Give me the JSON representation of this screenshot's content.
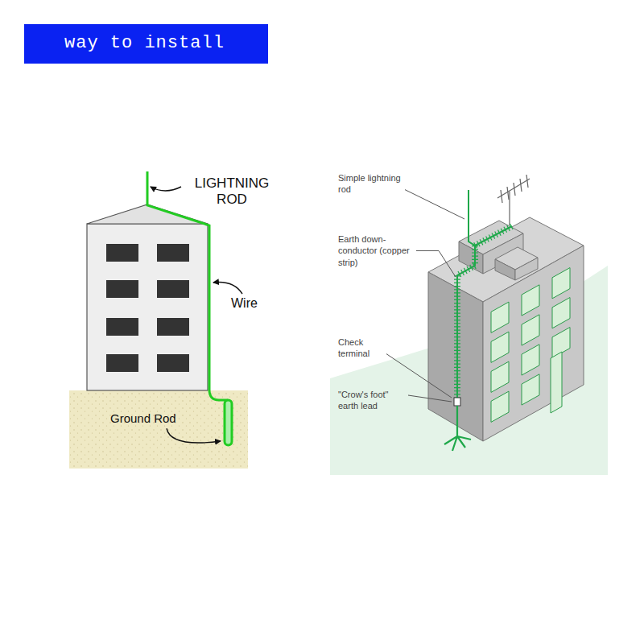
{
  "diagram": {
    "title": "way to install",
    "labels": [
      "LIGHTNING ROD",
      "Wire",
      "Ground Rod",
      "Simple lightning rod",
      "Earth down-conductor (copper strip)",
      "Check terminal",
      "\"Crow's foot\" earth lead"
    ]
  }
}
